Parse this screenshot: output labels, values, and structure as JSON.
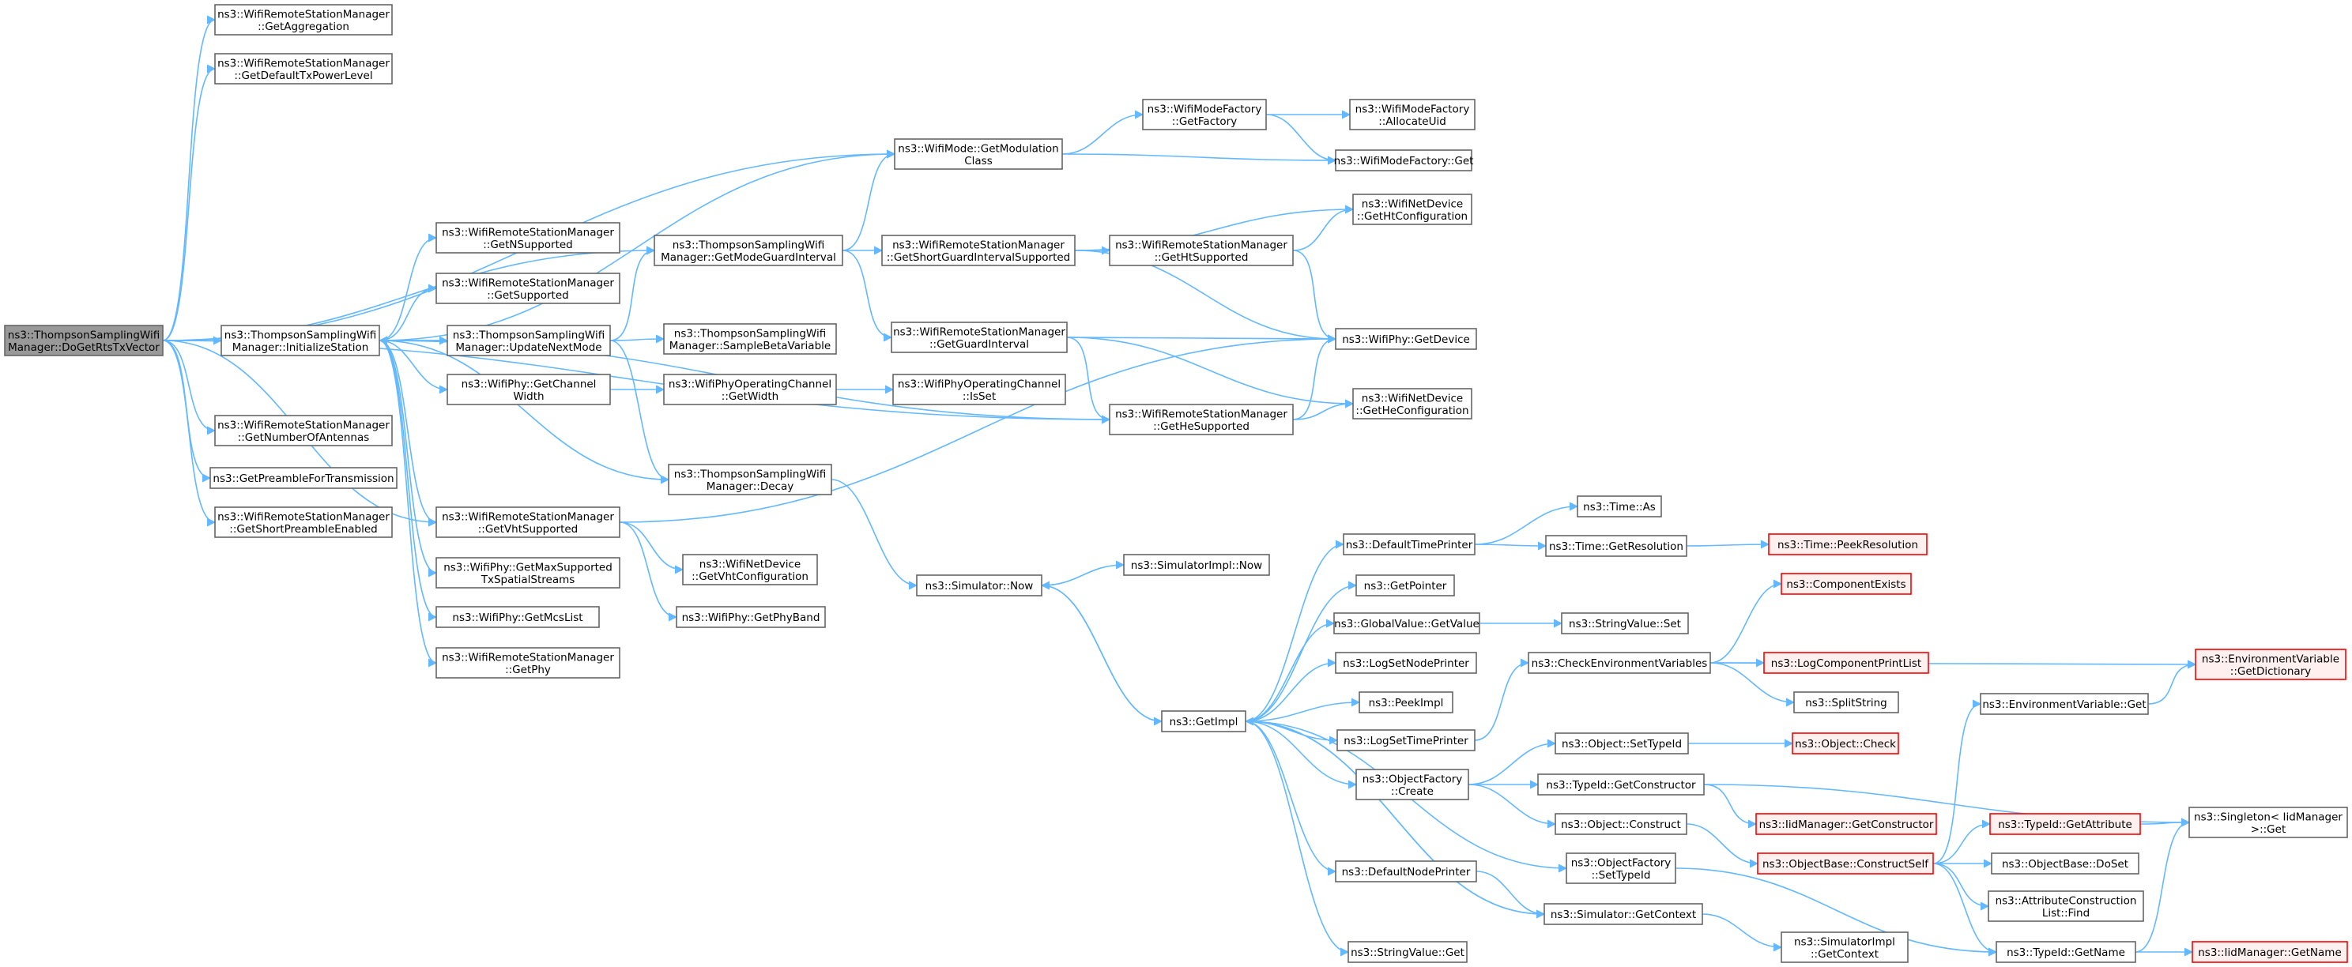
{
  "diagram": {
    "nodes": [
      {
        "id": "root",
        "lines": [
          "ns3::ThompsonSamplingWifi",
          "Manager::DoGetRtsTxVector"
        ],
        "kind": "root"
      },
      {
        "id": "getAggregation",
        "lines": [
          "ns3::WifiRemoteStationManager",
          "::GetAggregation"
        ]
      },
      {
        "id": "getDefaultTxPowerLevel",
        "lines": [
          "ns3::WifiRemoteStationManager",
          "::GetDefaultTxPowerLevel"
        ]
      },
      {
        "id": "initializeStation",
        "lines": [
          "ns3::ThompsonSamplingWifi",
          "Manager::InitializeStation"
        ]
      },
      {
        "id": "getNumberOfAntennas",
        "lines": [
          "ns3::WifiRemoteStationManager",
          "::GetNumberOfAntennas"
        ]
      },
      {
        "id": "getPreambleForTransmission",
        "lines": [
          "ns3::GetPreambleForTransmission"
        ]
      },
      {
        "id": "getShortPreambleEnabled",
        "lines": [
          "ns3::WifiRemoteStationManager",
          "::GetShortPreambleEnabled"
        ]
      },
      {
        "id": "getNSupported",
        "lines": [
          "ns3::WifiRemoteStationManager",
          "::GetNSupported"
        ]
      },
      {
        "id": "getSupported",
        "lines": [
          "ns3::WifiRemoteStationManager",
          "::GetSupported"
        ]
      },
      {
        "id": "updateNextMode",
        "lines": [
          "ns3::ThompsonSamplingWifi",
          "Manager::UpdateNextMode"
        ]
      },
      {
        "id": "getChannelWidth",
        "lines": [
          "ns3::WifiPhy::GetChannel",
          "Width"
        ]
      },
      {
        "id": "getVhtSupported",
        "lines": [
          "ns3::WifiRemoteStationManager",
          "::GetVhtSupported"
        ]
      },
      {
        "id": "getMaxSupportedTxSpatialStreams",
        "lines": [
          "ns3::WifiPhy::GetMaxSupported",
          "TxSpatialStreams"
        ]
      },
      {
        "id": "getMcsList",
        "lines": [
          "ns3::WifiPhy::GetMcsList"
        ]
      },
      {
        "id": "getPhy",
        "lines": [
          "ns3::WifiRemoteStationManager",
          "::GetPhy"
        ]
      },
      {
        "id": "getModeGuardInterval",
        "lines": [
          "ns3::ThompsonSamplingWifi",
          "Manager::GetModeGuardInterval"
        ]
      },
      {
        "id": "sampleBetaVariable",
        "lines": [
          "ns3::ThompsonSamplingWifi",
          "Manager::SampleBetaVariable"
        ]
      },
      {
        "id": "channelGetWidth",
        "lines": [
          "ns3::WifiPhyOperatingChannel",
          "::GetWidth"
        ]
      },
      {
        "id": "decay",
        "lines": [
          "ns3::ThompsonSamplingWifi",
          "Manager::Decay"
        ]
      },
      {
        "id": "getVhtConfiguration",
        "lines": [
          "ns3::WifiNetDevice",
          "::GetVhtConfiguration"
        ]
      },
      {
        "id": "getPhyBand",
        "lines": [
          "ns3::WifiPhy::GetPhyBand"
        ]
      },
      {
        "id": "getModulationClass",
        "lines": [
          "ns3::WifiMode::GetModulation",
          "Class"
        ]
      },
      {
        "id": "getShortGuardIntervalSupported",
        "lines": [
          "ns3::WifiRemoteStationManager",
          "::GetShortGuardIntervalSupported"
        ]
      },
      {
        "id": "getGuardInterval",
        "lines": [
          "ns3::WifiRemoteStationManager",
          "::GetGuardInterval"
        ]
      },
      {
        "id": "channelIsSet",
        "lines": [
          "ns3::WifiPhyOperatingChannel",
          "::IsSet"
        ]
      },
      {
        "id": "simulatorNow",
        "lines": [
          "ns3::Simulator::Now"
        ]
      },
      {
        "id": "getFactory",
        "lines": [
          "ns3::WifiModeFactory",
          "::GetFactory"
        ]
      },
      {
        "id": "getHtSupported",
        "lines": [
          "ns3::WifiRemoteStationManager",
          "::GetHtSupported"
        ]
      },
      {
        "id": "getHeSupported",
        "lines": [
          "ns3::WifiRemoteStationManager",
          "::GetHeSupported"
        ]
      },
      {
        "id": "simulatorImplNow",
        "lines": [
          "ns3::SimulatorImpl::Now"
        ]
      },
      {
        "id": "getImpl",
        "lines": [
          "ns3::GetImpl"
        ]
      },
      {
        "id": "allocateUid",
        "lines": [
          "ns3::WifiModeFactory",
          "::AllocateUid"
        ]
      },
      {
        "id": "wifiModeFactoryGet",
        "lines": [
          "ns3::WifiModeFactory::Get"
        ]
      },
      {
        "id": "getHtConfiguration",
        "lines": [
          "ns3::WifiNetDevice",
          "::GetHtConfiguration"
        ]
      },
      {
        "id": "getDevice",
        "lines": [
          "ns3::WifiPhy::GetDevice"
        ]
      },
      {
        "id": "getHeConfiguration",
        "lines": [
          "ns3::WifiNetDevice",
          "::GetHeConfiguration"
        ]
      },
      {
        "id": "defaultTimePrinter",
        "lines": [
          "ns3::DefaultTimePrinter"
        ]
      },
      {
        "id": "getPointer",
        "lines": [
          "ns3::GetPointer"
        ]
      },
      {
        "id": "globalValueGetValue",
        "lines": [
          "ns3::GlobalValue::GetValue"
        ]
      },
      {
        "id": "logSetNodePrinter",
        "lines": [
          "ns3::LogSetNodePrinter"
        ]
      },
      {
        "id": "peekImpl",
        "lines": [
          "ns3::PeekImpl"
        ]
      },
      {
        "id": "logSetTimePrinter",
        "lines": [
          "ns3::LogSetTimePrinter"
        ]
      },
      {
        "id": "objectFactoryCreate",
        "lines": [
          "ns3::ObjectFactory",
          "::Create"
        ]
      },
      {
        "id": "defaultNodePrinter",
        "lines": [
          "ns3::DefaultNodePrinter"
        ]
      },
      {
        "id": "stringValueGet",
        "lines": [
          "ns3::StringValue::Get"
        ]
      },
      {
        "id": "timeAs",
        "lines": [
          "ns3::Time::As"
        ]
      },
      {
        "id": "timeGetResolution",
        "lines": [
          "ns3::Time::GetResolution"
        ]
      },
      {
        "id": "stringValueSet",
        "lines": [
          "ns3::StringValue::Set"
        ]
      },
      {
        "id": "checkEnvironmentVariables",
        "lines": [
          "ns3::CheckEnvironmentVariables"
        ]
      },
      {
        "id": "objectSetTypeId",
        "lines": [
          "ns3::Object::SetTypeId"
        ]
      },
      {
        "id": "typeIdGetConstructor",
        "lines": [
          "ns3::TypeId::GetConstructor"
        ]
      },
      {
        "id": "objectConstruct",
        "lines": [
          "ns3::Object::Construct"
        ]
      },
      {
        "id": "objectFactorySetTypeId",
        "lines": [
          "ns3::ObjectFactory",
          "::SetTypeId"
        ]
      },
      {
        "id": "simulatorGetContext",
        "lines": [
          "ns3::Simulator::GetContext"
        ]
      },
      {
        "id": "timePeekResolution",
        "lines": [
          "ns3::Time::PeekResolution"
        ],
        "kind": "red"
      },
      {
        "id": "componentExists",
        "lines": [
          "ns3::ComponentExists"
        ],
        "kind": "red"
      },
      {
        "id": "logComponentPrintList",
        "lines": [
          "ns3::LogComponentPrintList"
        ],
        "kind": "red"
      },
      {
        "id": "splitString",
        "lines": [
          "ns3::SplitString"
        ]
      },
      {
        "id": "objectCheck",
        "lines": [
          "ns3::Object::Check"
        ],
        "kind": "red"
      },
      {
        "id": "iidManagerGetConstructor",
        "lines": [
          "ns3::IidManager::GetConstructor"
        ],
        "kind": "red"
      },
      {
        "id": "objectBaseConstructSelf",
        "lines": [
          "ns3::ObjectBase::ConstructSelf"
        ],
        "kind": "red"
      },
      {
        "id": "simulatorImplGetContext",
        "lines": [
          "ns3::SimulatorImpl",
          "::GetContext"
        ]
      },
      {
        "id": "environmentVariableGet",
        "lines": [
          "ns3::EnvironmentVariable::Get"
        ]
      },
      {
        "id": "typeIdGetAttribute",
        "lines": [
          "ns3::TypeId::GetAttribute"
        ],
        "kind": "red"
      },
      {
        "id": "objectBaseDoSet",
        "lines": [
          "ns3::ObjectBase::DoSet"
        ]
      },
      {
        "id": "attributeConstructionListFind",
        "lines": [
          "ns3::AttributeConstruction",
          "List::Find"
        ]
      },
      {
        "id": "typeIdGetName",
        "lines": [
          "ns3::TypeId::GetName"
        ]
      },
      {
        "id": "environmentVariableGetDictionary",
        "lines": [
          "ns3::EnvironmentVariable",
          "::GetDictionary"
        ],
        "kind": "red"
      },
      {
        "id": "singletonGet",
        "lines": [
          "ns3::Singleton< IidManager",
          ">::Get"
        ]
      },
      {
        "id": "iidManagerGetName",
        "lines": [
          "ns3::IidManager::GetName"
        ],
        "kind": "red"
      }
    ],
    "edges": [
      [
        "root",
        "getAggregation"
      ],
      [
        "root",
        "getDefaultTxPowerLevel"
      ],
      [
        "root",
        "getModulationClass"
      ],
      [
        "root",
        "getModeGuardInterval"
      ],
      [
        "root",
        "initializeStation"
      ],
      [
        "root",
        "getNumberOfAntennas"
      ],
      [
        "root",
        "getPreambleForTransmission"
      ],
      [
        "root",
        "getShortPreambleEnabled"
      ],
      [
        "root",
        "getVhtSupported"
      ],
      [
        "root",
        "getHeSupported"
      ],
      [
        "initializeStation",
        "getModulationClass"
      ],
      [
        "initializeStation",
        "getNSupported"
      ],
      [
        "initializeStation",
        "getSupported"
      ],
      [
        "initializeStation",
        "updateNextMode"
      ],
      [
        "initializeStation",
        "getChannelWidth"
      ],
      [
        "initializeStation",
        "getVhtSupported"
      ],
      [
        "initializeStation",
        "getMaxSupportedTxSpatialStreams"
      ],
      [
        "initializeStation",
        "getMcsList"
      ],
      [
        "initializeStation",
        "getPhy"
      ],
      [
        "initializeStation",
        "getHeSupported"
      ],
      [
        "initializeStation",
        "decay"
      ],
      [
        "updateNextMode",
        "initializeStation"
      ],
      [
        "updateNextMode",
        "getModeGuardInterval"
      ],
      [
        "updateNextMode",
        "sampleBetaVariable"
      ],
      [
        "updateNextMode",
        "decay"
      ],
      [
        "getChannelWidth",
        "channelGetWidth"
      ],
      [
        "channelGetWidth",
        "channelIsSet"
      ],
      [
        "decay",
        "simulatorNow"
      ],
      [
        "getModeGuardInterval",
        "getModulationClass"
      ],
      [
        "getModeGuardInterval",
        "getShortGuardIntervalSupported"
      ],
      [
        "getModeGuardInterval",
        "getGuardInterval"
      ],
      [
        "getModulationClass",
        "getFactory"
      ],
      [
        "getModulationClass",
        "wifiModeFactoryGet"
      ],
      [
        "getFactory",
        "allocateUid"
      ],
      [
        "getFactory",
        "wifiModeFactoryGet"
      ],
      [
        "getShortGuardIntervalSupported",
        "getHtConfiguration"
      ],
      [
        "getShortGuardIntervalSupported",
        "getHtSupported"
      ],
      [
        "getShortGuardIntervalSupported",
        "getDevice"
      ],
      [
        "getHtSupported",
        "getHtConfiguration"
      ],
      [
        "getHtSupported",
        "getDevice"
      ],
      [
        "getGuardInterval",
        "getDevice"
      ],
      [
        "getGuardInterval",
        "getHeConfiguration"
      ],
      [
        "getGuardInterval",
        "getHeSupported"
      ],
      [
        "getHeSupported",
        "getDevice"
      ],
      [
        "getHeSupported",
        "getHeConfiguration"
      ],
      [
        "getVhtSupported",
        "getDevice"
      ],
      [
        "getVhtSupported",
        "getVhtConfiguration"
      ],
      [
        "getVhtSupported",
        "getPhyBand"
      ],
      [
        "simulatorNow",
        "simulatorImplNow"
      ],
      [
        "simulatorNow",
        "getImpl"
      ],
      [
        "getImpl",
        "simulatorNow"
      ],
      [
        "getImpl",
        "defaultTimePrinter"
      ],
      [
        "getImpl",
        "getPointer"
      ],
      [
        "getImpl",
        "globalValueGetValue"
      ],
      [
        "getImpl",
        "logSetNodePrinter"
      ],
      [
        "getImpl",
        "peekImpl"
      ],
      [
        "getImpl",
        "logSetTimePrinter"
      ],
      [
        "getImpl",
        "objectFactoryCreate"
      ],
      [
        "getImpl",
        "objectFactorySetTypeId"
      ],
      [
        "getImpl",
        "defaultNodePrinter"
      ],
      [
        "getImpl",
        "stringValueGet"
      ],
      [
        "getImpl",
        "simulatorGetContext"
      ],
      [
        "defaultTimePrinter",
        "timeAs"
      ],
      [
        "defaultTimePrinter",
        "timeGetResolution"
      ],
      [
        "timeGetResolution",
        "timePeekResolution"
      ],
      [
        "globalValueGetValue",
        "stringValueSet"
      ],
      [
        "logSetTimePrinter",
        "checkEnvironmentVariables"
      ],
      [
        "checkEnvironmentVariables",
        "componentExists"
      ],
      [
        "checkEnvironmentVariables",
        "logComponentPrintList"
      ],
      [
        "checkEnvironmentVariables",
        "splitString"
      ],
      [
        "checkEnvironmentVariables",
        "environmentVariableGetDictionary"
      ],
      [
        "objectFactoryCreate",
        "objectSetTypeId"
      ],
      [
        "objectFactoryCreate",
        "typeIdGetConstructor"
      ],
      [
        "objectFactoryCreate",
        "objectConstruct"
      ],
      [
        "objectSetTypeId",
        "objectCheck"
      ],
      [
        "typeIdGetConstructor",
        "iidManagerGetConstructor"
      ],
      [
        "typeIdGetConstructor",
        "singletonGet"
      ],
      [
        "objectConstruct",
        "objectBaseConstructSelf"
      ],
      [
        "objectBaseConstructSelf",
        "environmentVariableGet"
      ],
      [
        "objectBaseConstructSelf",
        "typeIdGetAttribute"
      ],
      [
        "objectBaseConstructSelf",
        "objectBaseDoSet"
      ],
      [
        "objectBaseConstructSelf",
        "attributeConstructionListFind"
      ],
      [
        "objectBaseConstructSelf",
        "typeIdGetName"
      ],
      [
        "environmentVariableGet",
        "environmentVariableGetDictionary"
      ],
      [
        "typeIdGetAttribute",
        "singletonGet"
      ],
      [
        "typeIdGetName",
        "singletonGet"
      ],
      [
        "typeIdGetName",
        "iidManagerGetName"
      ],
      [
        "objectFactorySetTypeId",
        "typeIdGetName"
      ],
      [
        "defaultNodePrinter",
        "simulatorGetContext"
      ],
      [
        "simulatorGetContext",
        "getImpl"
      ],
      [
        "simulatorGetContext",
        "simulatorImplGetContext"
      ]
    ],
    "colors": {
      "edge": "#63b8ff",
      "node_border": "#666666",
      "root_fill": "#999999",
      "red_border": "#ff0000",
      "red_fill": "#fff0f0",
      "text": "#000000"
    }
  }
}
